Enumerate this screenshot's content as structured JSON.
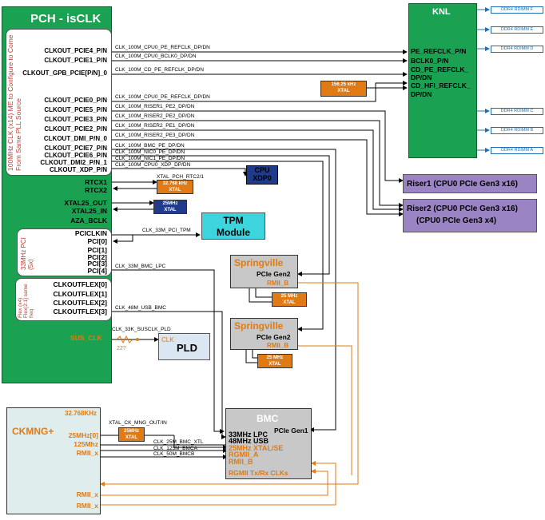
{
  "pch": {
    "title": "PCH - isCLK",
    "side_note": "100MHz CLK (x14) ME to Configure to Come From Same PLL Source",
    "pcie_pins": [
      "CLKOUT_PCIE4_P/N",
      "CLKOUT_PCIE1_P/N",
      "CLKOUT_GPB_PCIE[P/N]_0",
      "CLKOUT_PCIE0_P/N",
      "CLKOUT_PCIE5_P/N",
      "CLKOUT_PCIE3_P/N",
      "CLKOUT_PCIE2_P/N",
      "CLKOUT_DMI_P/N_0",
      "CLKOUT_PCIE7_P/N",
      "CLKOUT_PCIE6_P/N",
      "CLKOUT_DMI2_P/N_1",
      "CLKOUT_XDP_P/N"
    ],
    "other_pins": [
      "RTCX1",
      "RTCX2",
      "XTAL25_OUT",
      "XTAL25_IN",
      "AZA_BCLK"
    ],
    "pci_group_label": "33MHz PCI (5x)",
    "pci_pins": [
      "PCICLKIN",
      "PCI[0]",
      "PCI[1]",
      "PCI[2]",
      "PCI[3]",
      "PCI[4]"
    ],
    "flex_group_label": "Flex (x4) Flex[2:1] same freq",
    "flex_pins": [
      "CLKOUTFLEX[0]",
      "CLKOUTFLEX[1]",
      "CLKOUTFLEX[2]",
      "CLKOUTFLEX[3]"
    ],
    "suscl_label": "SUS_CLK"
  },
  "signals": [
    "CLK_100M_CPU0_PE_REFCLK_DP/DN",
    "CLK_100M_CPU0_BCLK0_DP/DN",
    "CLK_100M_CD_PE_REFCLK_DP/DN",
    "CLK_100M_CPU0_PE_REFCLK_DP/DN",
    "CLK_100M_RISER1_PE2_DP/DN",
    "CLK_100M_RISER2_PE2_DP/DN",
    "CLK_100M_RISER2_PE1_DP/DN",
    "CLK_100M_RISER2_PE3_DP/DN",
    "CLK_100M_BMC_PE_DP/DN",
    "CLK_100M_NIC0_PE_DP/DN",
    "CLK_100M_NIC1_PE_DP/DN",
    "CLK_100M_CPU0_XDP_DP/DN"
  ],
  "misc_signals": {
    "rtc": "XTAL_PCH_RTC2/1",
    "pci_tpm": "CLK_33M_PCI_TPM",
    "bmc_lpc": "CLK_33M_BMC_LPC",
    "usb_bmc": "CLK_48M_USB_BMC",
    "susclk_pld": "CLK_33K_SUSCLK_PLD",
    "resistor": "22?",
    "ckmng_xtal": "XTAL_CK_MNG_OUT/IN",
    "bmc_xtl": "CLK_25M_BMC_XTL",
    "bmca": "CLK_125M_BMCA",
    "bmcb": "CLK_50M_BMCB"
  },
  "knl": {
    "title": "KNL",
    "pins": [
      "PE_REFCLK_P/N",
      "BCLK0_P/N",
      "CD_PE_REFCLK_",
      "DP/DN",
      "CD_HFI_REFCLK_",
      "DP/DN"
    ],
    "dimms": [
      "DDR4 RDIMM F",
      "DDR4 RDIMM E",
      "DDR4 RDIMM D",
      "DDR4 RDIMM C",
      "DDR4 RDIMM B",
      "DDR4 RDIMM A"
    ]
  },
  "xtals": {
    "knl": [
      "156.25 kHz",
      "XTAL"
    ],
    "rtc": [
      "32.768 kHz",
      "XTAL"
    ],
    "pch25": [
      "25MHz",
      "XTAL"
    ],
    "spv1": [
      "25 MHz",
      "XTAL"
    ],
    "spv2": [
      "25 MHz",
      "XTAL"
    ],
    "ckmng": [
      "25MHz",
      "XTAL"
    ]
  },
  "cpu_xdp": [
    "CPU",
    "XDP0"
  ],
  "tpm": [
    "TPM",
    "Module"
  ],
  "riser1": "Riser1 (CPU0 PCIe Gen3 x16)",
  "riser2": [
    "Riser2 (CPU0 PCIe Gen3 x16)",
    "(CPU0 PCIe Gen3 x4)"
  ],
  "springville1": {
    "title": "Springville",
    "pcie": "PCIe Gen2",
    "rmii": "RMII_B"
  },
  "springville2": {
    "title": "Springville",
    "pcie": "PCIe Gen2",
    "rmii": "RMII_B"
  },
  "pld": {
    "title": "PLD",
    "clk": "CLK"
  },
  "bmc": {
    "title": "BMC",
    "pcie": "PCIe Gen1",
    "lines": [
      "33MHz LPC",
      "48MHz USB"
    ],
    "orange_lines": [
      "25MHz XTAL/SE",
      "RGMII_A",
      "RMII_B"
    ],
    "footer": "RGMII Tx/Rx CLKs"
  },
  "ckmng": {
    "title": "CKMNG+",
    "freq": "32.768KHz",
    "pins": [
      "25MHz[0]",
      "125Mhz",
      "RMII_x"
    ],
    "bottom_pins": [
      "RMII_x",
      "RMII_x"
    ]
  },
  "colors": {
    "green": "#1aa152",
    "purple": "#9b84c4",
    "cyan": "#3ed4dd",
    "navy": "#203a8c",
    "orange": "#e07a14",
    "gray": "#c8c8c8",
    "pale": "#dfeeed",
    "blue": "#1f6fb0"
  }
}
